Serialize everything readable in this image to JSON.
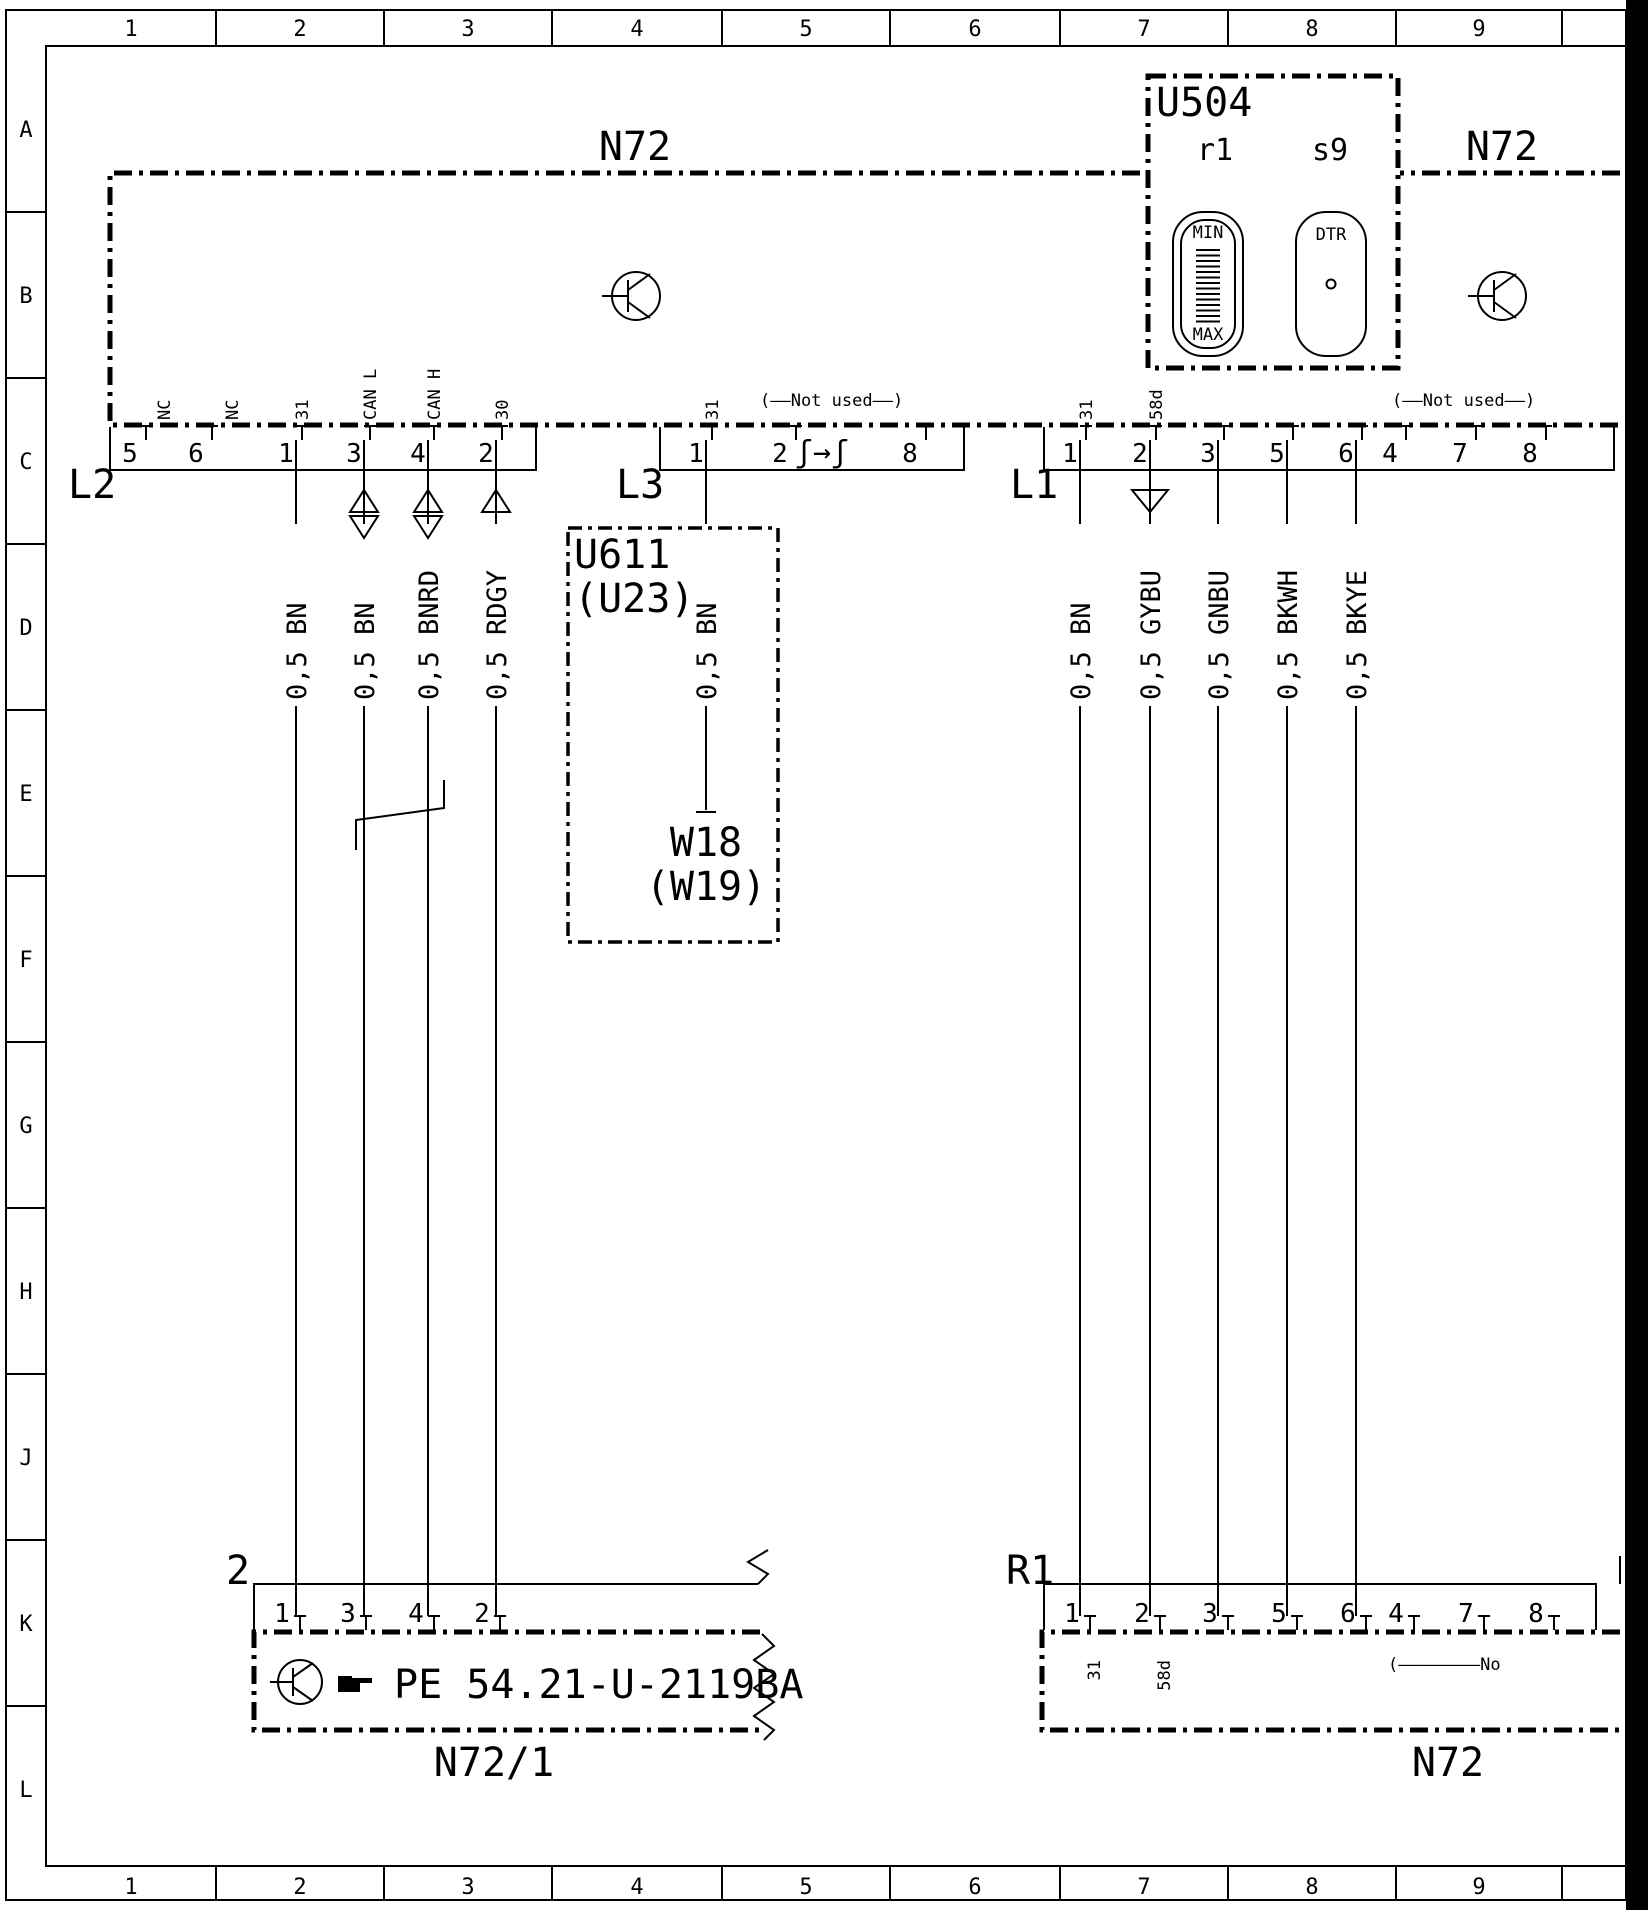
{
  "border": {
    "columns": [
      "1",
      "2",
      "3",
      "4",
      "5",
      "6",
      "7",
      "8",
      "9"
    ],
    "rows": [
      "A",
      "B",
      "C",
      "D",
      "E",
      "F",
      "G",
      "H",
      "J",
      "K",
      "L"
    ]
  },
  "labels": {
    "n72_left": "N72",
    "n72_right": "N72",
    "n72_bottom": "N72",
    "u504": "U504",
    "r1_sub": "r1",
    "s9_sub": "s9",
    "min": "MIN",
    "max": "MAX",
    "dtr": "DTR",
    "l2": "L2",
    "l3": "L3",
    "l1": "L1",
    "u611": "U611",
    "u23": "(U23)",
    "w18": "W18",
    "w19": "(W19)",
    "n72_1": "N72/1",
    "conn2": "2",
    "r1": "R1",
    "not_used_1": "(——Not used——)",
    "not_used_2": "(——Not used——)",
    "not_used_3": "(————————No",
    "pe_ref": "PE 54.21-U-2119BA"
  },
  "connectors": {
    "L2": {
      "pins": [
        "5",
        "6",
        "1",
        "3",
        "4",
        "2"
      ],
      "signals": [
        "NC",
        "NC",
        "31",
        "CAN L",
        "CAN H",
        "30"
      ]
    },
    "L3": {
      "pins": [
        "1",
        "2",
        "8"
      ],
      "signals": [
        "31"
      ]
    },
    "L1": {
      "pins": [
        "1",
        "2",
        "3",
        "5",
        "6",
        "4",
        "7",
        "8"
      ],
      "signals": [
        "31",
        "58d"
      ]
    },
    "conn2": {
      "pins": [
        "1",
        "3",
        "4",
        "2"
      ]
    },
    "R1": {
      "pins": [
        "1",
        "2",
        "3",
        "5",
        "6",
        "4",
        "7",
        "8"
      ],
      "signals": [
        "31",
        "58d"
      ]
    }
  },
  "wires": [
    {
      "label": "0,5 BN"
    },
    {
      "label": "0,5 BN"
    },
    {
      "label": "0,5 BNRD"
    },
    {
      "label": "0,5 RDGY"
    },
    {
      "label": "0,5 BN"
    },
    {
      "label": "0,5 BN"
    },
    {
      "label": "0,5 GYBU"
    },
    {
      "label": "0,5 GNBU"
    },
    {
      "label": "0,5 BKWH"
    },
    {
      "label": "0,5 BKYE"
    }
  ]
}
